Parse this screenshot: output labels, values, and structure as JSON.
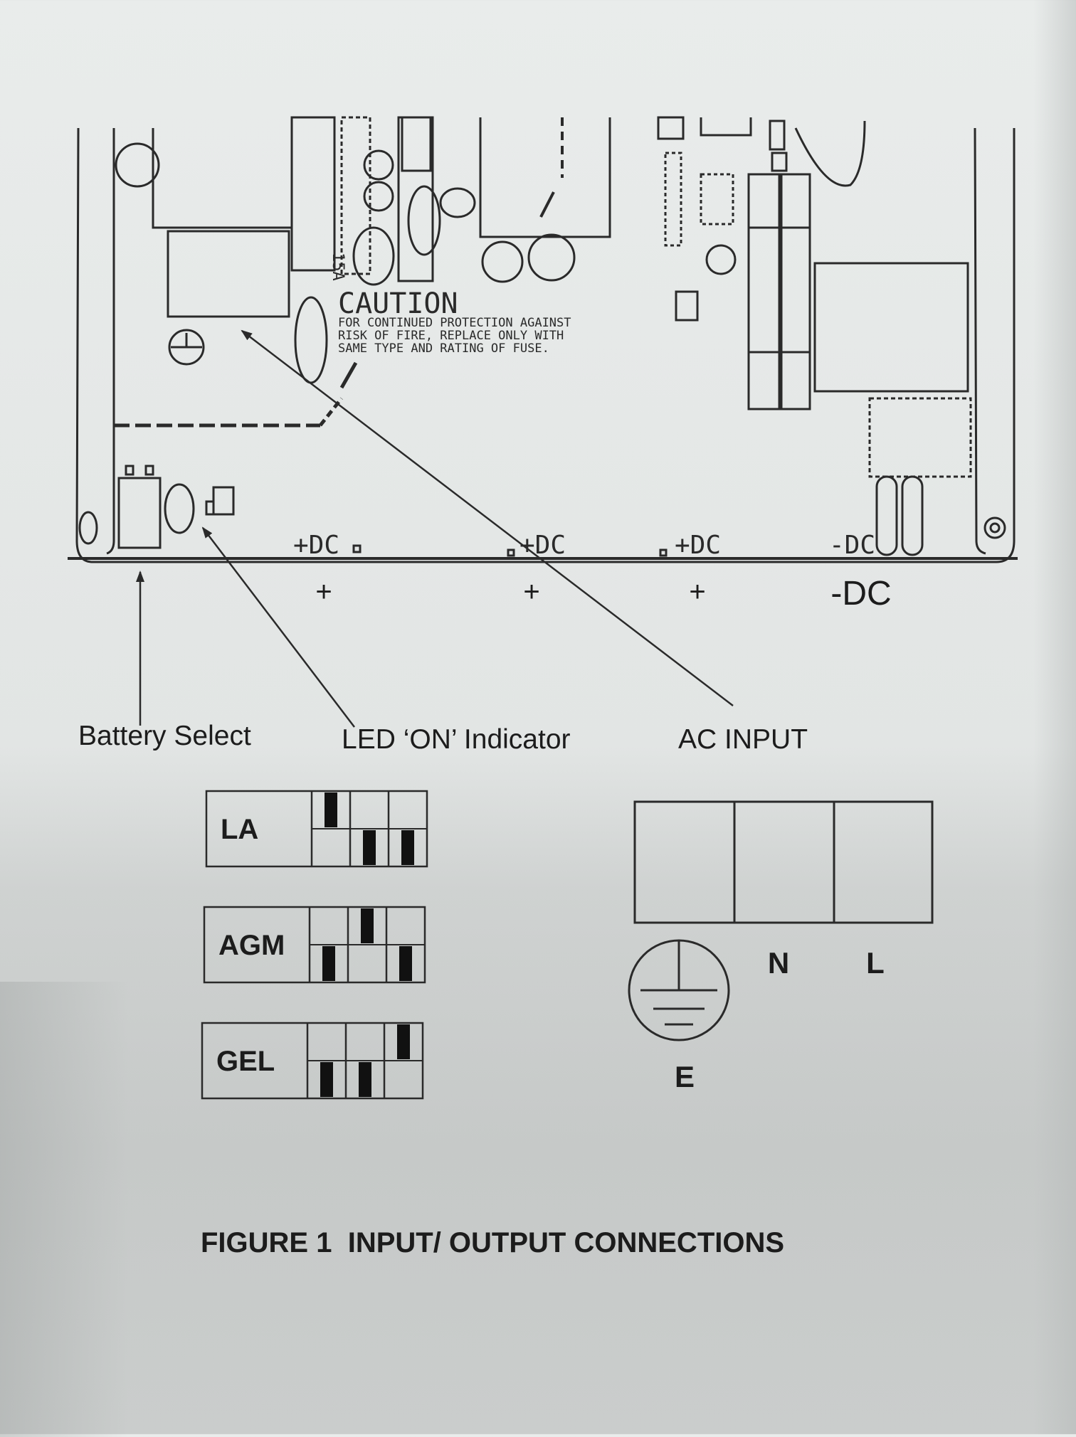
{
  "pcb": {
    "caution_title": "CAUTION",
    "caution_lines": [
      "FOR CONTINUED PROTECTION AGAINST",
      "RISK OF FIRE, REPLACE ONLY WITH",
      "SAME TYPE AND RATING OF FUSE."
    ],
    "terminal_silk": [
      "+DC",
      "+DC",
      "+DC",
      "-DC"
    ],
    "fuse_rating": "15A"
  },
  "terminals": {
    "labels": [
      "+",
      "+",
      "+",
      "-DC"
    ]
  },
  "callouts": {
    "battery_select": "Battery Select",
    "led_indicator": "LED ‘ON’ Indicator",
    "ac_input": "AC INPUT"
  },
  "battery_modes": [
    {
      "label": "LA",
      "switch_up": [
        true,
        false,
        false
      ]
    },
    {
      "label": "AGM",
      "switch_up": [
        false,
        true,
        false
      ]
    },
    {
      "label": "GEL",
      "switch_up": [
        false,
        false,
        true
      ]
    }
  ],
  "ac_terminals": {
    "earth": "E",
    "neutral": "N",
    "live": "L"
  },
  "figure_caption": "FIGURE 1  INPUT/ OUTPUT CONNECTIONS"
}
